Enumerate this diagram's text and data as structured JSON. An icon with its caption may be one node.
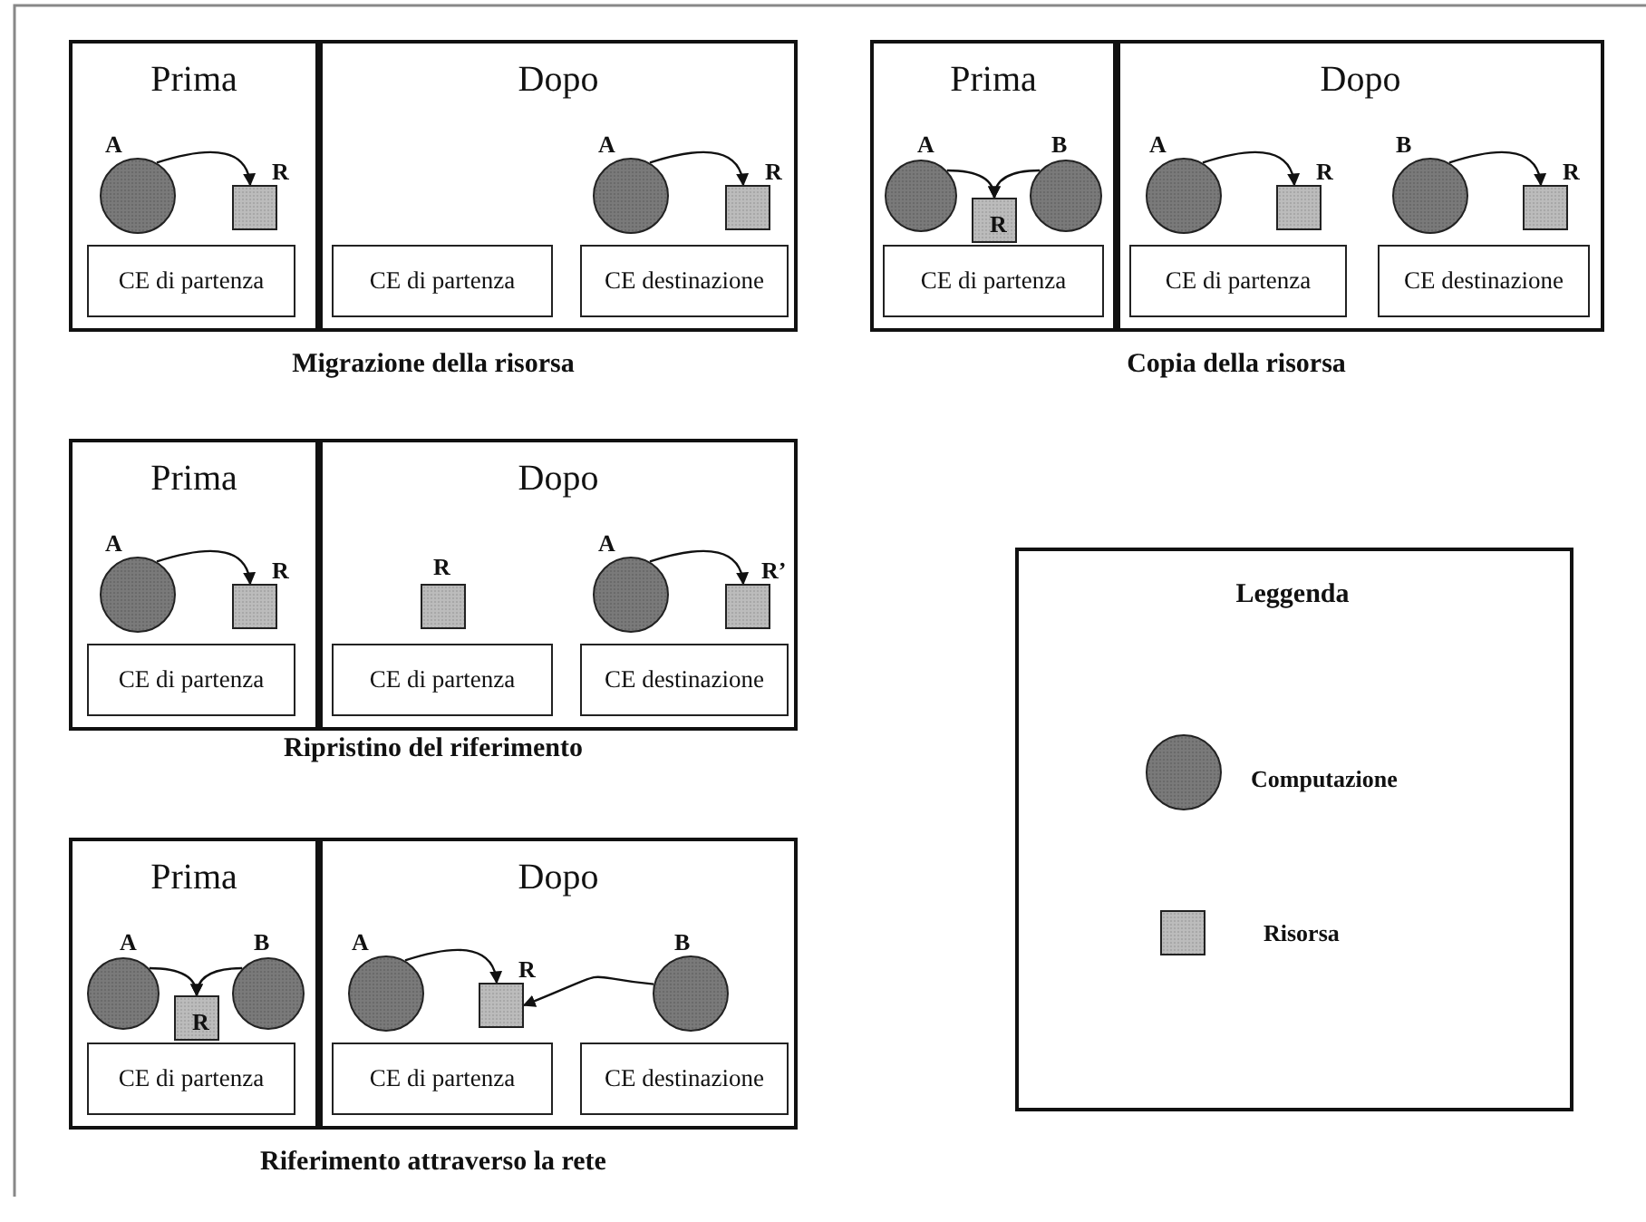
{
  "diagram": {
    "nodes": [
      {
        "text": [
          "Prima"
        ]
      },
      {
        "text": [
          "A"
        ],
        "in": 0
      },
      {
        "text": [
          "R"
        ],
        "in": 0
      },
      {
        "text": [
          "CE di partenza"
        ],
        "in": 0
      },
      {
        "text": [
          "Dopo"
        ]
      },
      {
        "text": [
          "A"
        ],
        "in": 4
      },
      {
        "text": [
          "R"
        ],
        "in": 4
      },
      {
        "text": [
          "CE di partenza"
        ],
        "in": 4
      },
      {
        "text": [
          "CE destinazione"
        ],
        "in": 4
      },
      {
        "text": [
          "Prima"
        ]
      },
      {
        "text": [
          "A"
        ],
        "in": 9
      },
      {
        "text": [
          "B"
        ],
        "in": 9
      },
      {
        "text": [
          "R"
        ],
        "in": 9
      },
      {
        "text": [
          "CE di partenza"
        ],
        "in": 9
      },
      {
        "text": [
          "Dopo"
        ]
      },
      {
        "text": [
          "A"
        ],
        "in": 14
      },
      {
        "text": [
          "R"
        ],
        "in": 14
      },
      {
        "text": [
          "B"
        ],
        "in": 14
      },
      {
        "text": [
          "R"
        ],
        "in": 14
      },
      {
        "text": [
          "CE di partenza"
        ],
        "in": 14
      },
      {
        "text": [
          "CE destinazione"
        ],
        "in": 14
      },
      {
        "text": [
          "Prima"
        ]
      },
      {
        "text": [
          "A"
        ],
        "in": 21
      },
      {
        "text": [
          "R"
        ],
        "in": 21
      },
      {
        "text": [
          "CE di partenza"
        ],
        "in": 21
      },
      {
        "text": [
          "Dopo"
        ]
      },
      {
        "text": [
          "R"
        ],
        "in": 25
      },
      {
        "text": [
          "A"
        ],
        "in": 25
      },
      {
        "text": [
          "R’"
        ],
        "in": 25
      },
      {
        "text": [
          "CE di partenza"
        ],
        "in": 25
      },
      {
        "text": [
          "CE destinazione"
        ],
        "in": 25
      },
      {
        "text": [
          "Prima"
        ]
      },
      {
        "text": [
          "A"
        ],
        "in": 31
      },
      {
        "text": [
          "B"
        ],
        "in": 31
      },
      {
        "text": [
          "R"
        ],
        "in": 31
      },
      {
        "text": [
          "CE di partenza"
        ],
        "in": 31
      },
      {
        "text": [
          "Dopo"
        ]
      },
      {
        "text": [
          "A"
        ],
        "in": 36
      },
      {
        "text": [
          "R"
        ],
        "in": 36
      },
      {
        "text": [
          "B"
        ],
        "in": 36
      },
      {
        "text": [
          "CE di partenza"
        ],
        "in": 36
      },
      {
        "text": [
          "CE destinazione"
        ],
        "in": 36
      }
    ],
    "edges": [
      {
        "from": 1,
        "to": 2,
        "arrow": "to"
      },
      {
        "from": 5,
        "to": 6,
        "arrow": "to"
      },
      {
        "from": 10,
        "to": 12,
        "arrow": "to"
      },
      {
        "from": 11,
        "to": 12,
        "arrow": "to"
      },
      {
        "from": 15,
        "to": 16,
        "arrow": "to"
      },
      {
        "from": 17,
        "to": 18,
        "arrow": "to"
      },
      {
        "from": 22,
        "to": 23,
        "arrow": "to"
      },
      {
        "from": 27,
        "to": 28,
        "arrow": "to"
      },
      {
        "from": 32,
        "to": 34,
        "arrow": "to"
      },
      {
        "from": 33,
        "to": 34,
        "arrow": "to"
      },
      {
        "from": 37,
        "to": 38,
        "arrow": "to"
      },
      {
        "from": 39,
        "to": 38,
        "arrow": "to"
      }
    ],
    "labels": [
      "Migrazione della risorsa",
      "Copia della risorsa",
      "Leggenda",
      "Ripristino del riferimento",
      "Riferimento attraverso la rete"
    ],
    "legend": [
      {
        "text": "Computazione"
      },
      {
        "text": "Risorsa"
      }
    ]
  }
}
